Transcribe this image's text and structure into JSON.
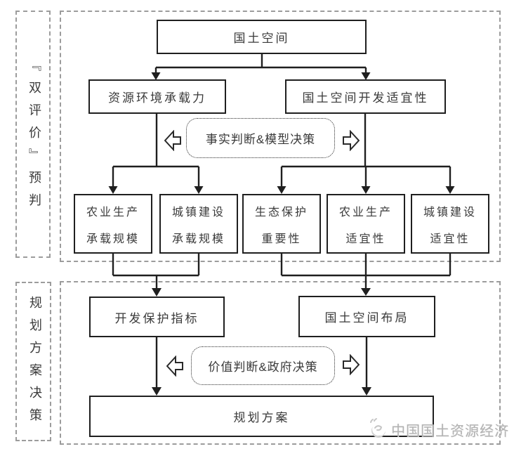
{
  "stages": {
    "top_label": "『双评价』预判",
    "bottom_label": "规划方案决策"
  },
  "flow": {
    "root": "国土空间",
    "carrying_capacity": "资源环境承载力",
    "development_suitability": "国土空间开发适宜性",
    "fact_judgment": "事实判断&模型决策",
    "value_judgment": "价值判断&政府决策",
    "middle_boxes": [
      {
        "line1": "农业生产",
        "line2": "承载规模"
      },
      {
        "line1": "城镇建设",
        "line2": "承载规模"
      },
      {
        "line1": "生态保护",
        "line2": "重要性"
      },
      {
        "line1": "农业生产",
        "line2": "适宜性"
      },
      {
        "line1": "城镇建设",
        "line2": "适宜性"
      }
    ],
    "protection_indicator": "开发保护指标",
    "spatial_layout": "国土空间布局",
    "planning_scheme": "规划方案"
  },
  "watermark": {
    "text": "中国国土资源经济",
    "logo": "bird-in-circle"
  },
  "colors": {
    "box_border": "#1f1f1f",
    "dashed_border": "#9c9c9c",
    "text": "#3a3a3a",
    "watermark": "#b3b3b3",
    "background": "#ffffff"
  }
}
